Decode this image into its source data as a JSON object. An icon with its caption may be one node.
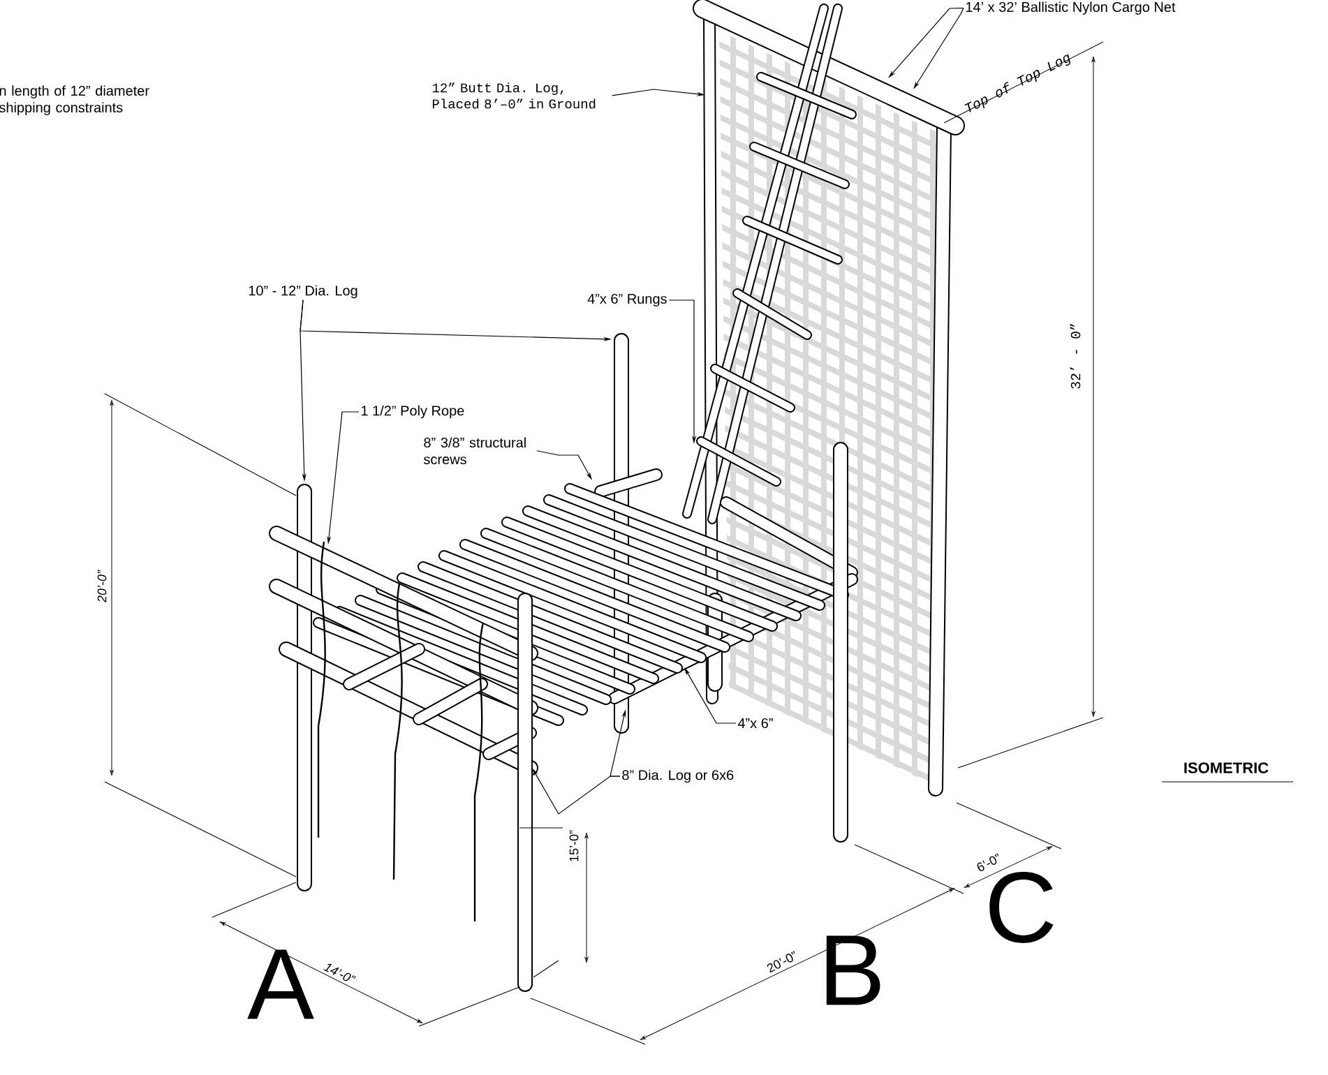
{
  "diagram": {
    "nodes": [
      {
        "text": [
          "12” Butt Dia. Log, Placed 8’–0” in Ground"
        ]
      },
      {
        "text": [
          "14’ x 32’ Ballistic Nylon Cargo Net"
        ]
      },
      {
        "text": [
          "10” - 12” Dia. Log"
        ]
      },
      {
        "text": [
          "4”x 6” Rungs"
        ]
      },
      {
        "text": [
          "1 1/2” Poly Rope"
        ]
      },
      {
        "text": [
          "8” 3/8” structural screws"
        ]
      },
      {
        "text": [
          "4”x 6”"
        ]
      },
      {
        "text": [
          "8” Dia. Log or 6x6"
        ]
      }
    ],
    "edges": [
      {
        "from": 0,
        "to": null,
        "arrow": "to"
      },
      {
        "from": 1,
        "to": null,
        "arrow": "to"
      },
      {
        "from": 1,
        "to": null,
        "arrow": "to"
      },
      {
        "from": 2,
        "to": null,
        "arrow": "to"
      },
      {
        "from": 2,
        "to": null,
        "arrow": "to"
      },
      {
        "from": 3,
        "to": null,
        "arrow": "to"
      },
      {
        "from": 4,
        "to": null,
        "arrow": "to"
      },
      {
        "from": 5,
        "to": null,
        "arrow": "to"
      },
      {
        "from": 6,
        "to": null,
        "arrow": "to"
      },
      {
        "from": 7,
        "to": null,
        "arrow": "to"
      },
      {
        "from": 7,
        "to": null,
        "arrow": "to"
      }
    ],
    "labels": [
      "n length of 12” diameter shipping constraints",
      "Top of Top Log",
      "32’ - 0”",
      "20’-0”",
      "15’-0”",
      "14’-0”",
      "20’-0”",
      "6’-0”",
      "A",
      "B",
      "C",
      "ISOMETRIC"
    ]
  }
}
